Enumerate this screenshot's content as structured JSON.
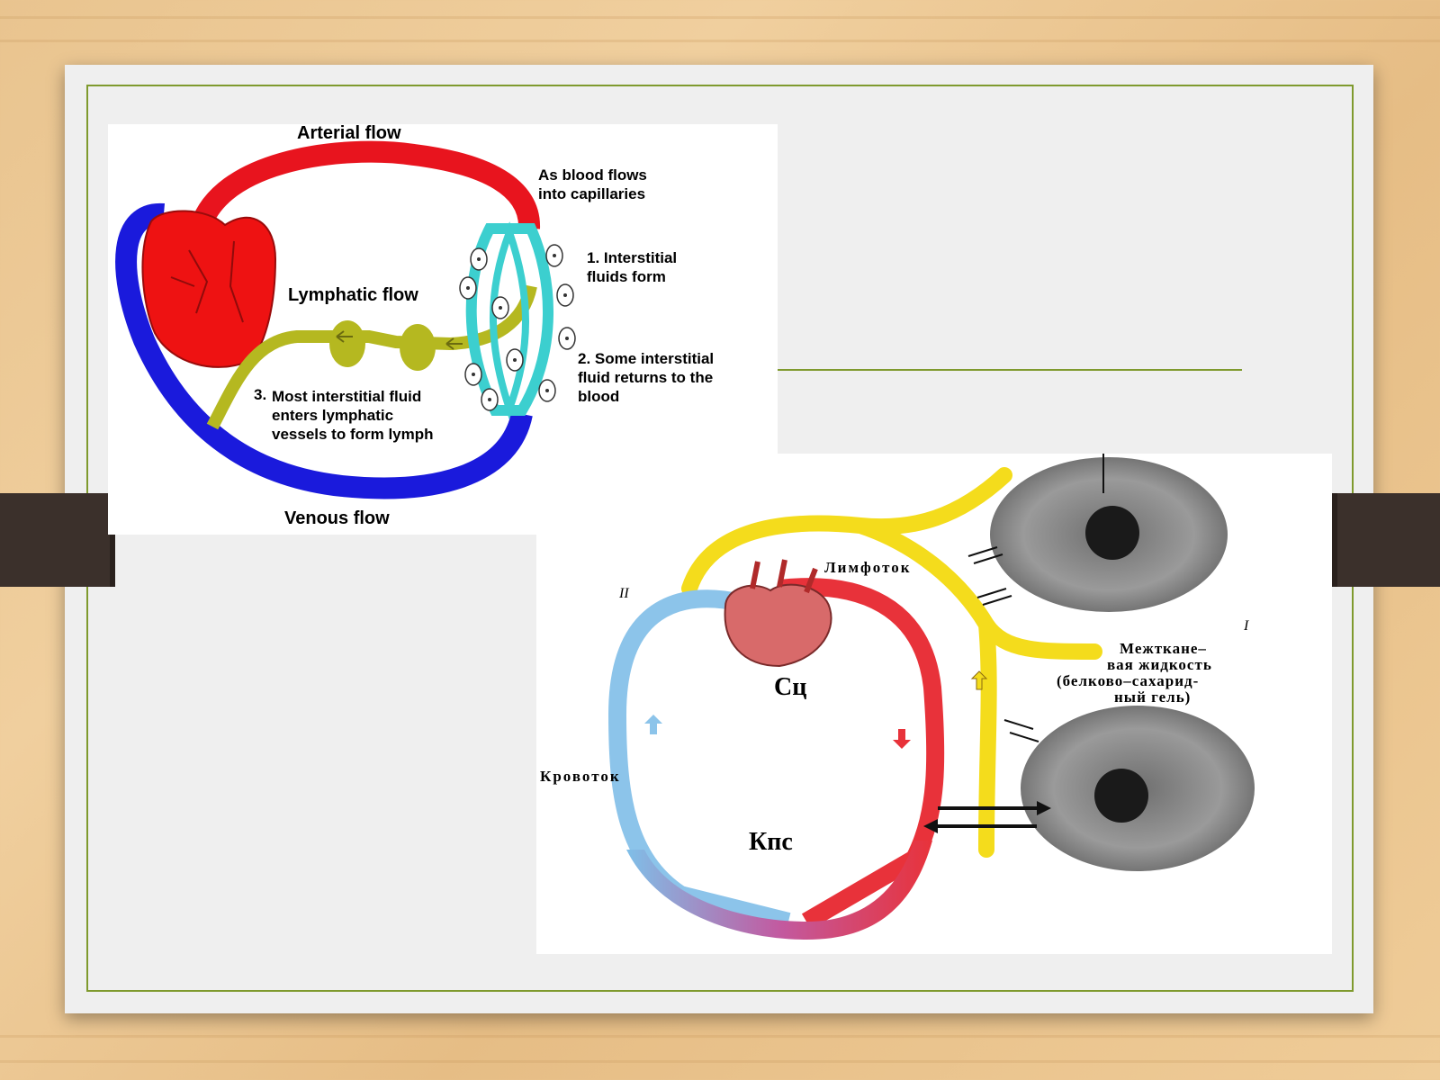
{
  "diagram_a": {
    "arterial_flow": "Arterial flow",
    "venous_flow": "Venous flow",
    "lymphatic_flow": "Lymphatic flow",
    "note_capillaries": [
      "As blood flows",
      "into capillaries"
    ],
    "step1": [
      "1. Interstitial",
      "fluids form"
    ],
    "step2": [
      "2. Some interstitial",
      "fluid returns to the",
      "blood"
    ],
    "step3_num": "3.",
    "step3": [
      "Most interstitial fluid",
      "enters lymphatic",
      "vessels to form lymph"
    ]
  },
  "diagram_b": {
    "roman_two": "II",
    "roman_one": "I",
    "lymph_flow": "Лимфоток",
    "heart_label": "Сц",
    "blood_flow": "Кровоток",
    "capillary_label": "Кпс",
    "interstitial": [
      "Межткане–",
      "вая жидкость",
      "(белково–сахарид-",
      "ный гель)"
    ]
  },
  "colors": {
    "artery": "#e8141e",
    "vein": "#1a1adc",
    "capillary": "#3ccfcf",
    "lymph": "#b5b820",
    "lymph_yellow": "#f4dc1c",
    "frame": "#7f9a2e"
  }
}
